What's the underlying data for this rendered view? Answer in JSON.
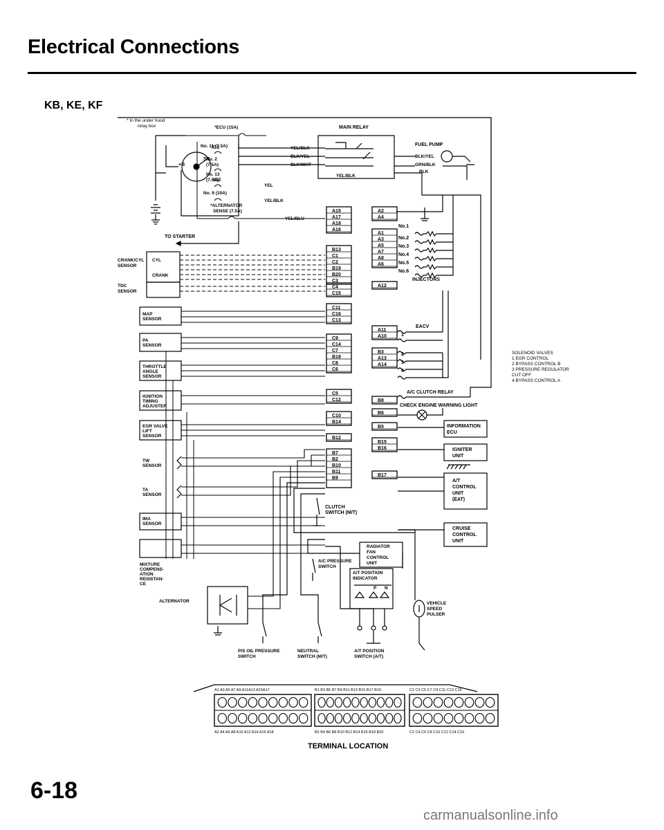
{
  "page": {
    "title": "Electrical Connections",
    "subtitle": "KB, KE, KF",
    "page_number": "6-18",
    "watermark": "carmanualsonline.info"
  },
  "notes": {
    "under_hood_1": "* In the under hood",
    "under_hood_2": "relay box"
  },
  "fuses": {
    "ecu": "*ECU (15A)",
    "no11": "No. 11 (7.5A)",
    "no2a": "No. 2",
    "no2b": "(7.5A)",
    "no13a": "No. 13",
    "no13b": "(7.5A)",
    "no9": "No. 9 (10A)",
    "alt1": "*ALTERNATOR",
    "alt2": "SENSE (7.5A)"
  },
  "switch": {
    "b": "+B",
    "ig1": "IG1",
    "st": "ST",
    "ig2": "IG2"
  },
  "wires": {
    "yel_blk": "YEL/BLK",
    "blk_yel": "BLK/YEL",
    "blk_wht": "BLK/WHT",
    "yel_blk2": "YEL/BLK",
    "yel": "YEL",
    "yel_blk3": "YEL/BLK",
    "yel_blu": "YEL/BLU",
    "blk_yel2": "BLK/YEL",
    "grn_blk": "GRN/BLK",
    "blk": "BLK"
  },
  "components": {
    "main_relay": "MAIN RELAY",
    "fuel_pump": "FUEL PUMP",
    "to_starter": "TO STARTER",
    "crank_cyl_1": "CRANK/CYL",
    "crank_cyl_2": "SENSOR",
    "cyl": "CYL",
    "crank": "CRANK",
    "tdc_1": "TDC",
    "tdc_2": "SENSOR",
    "map_1": "MAP",
    "map_2": "SENSOR",
    "pa_1": "PA",
    "pa_2": "SENSOR",
    "throttle_1": "THROTTLE",
    "throttle_2": "ANGLE",
    "throttle_3": "SENSOR",
    "ign_1": "IGNITION",
    "ign_2": "TIMING",
    "ign_3": "ADJUSTER",
    "egr_1": "EGR VALVE",
    "egr_2": "LIFT",
    "egr_3": "SENSOR",
    "tw_1": "TW",
    "tw_2": "SENSOR",
    "ta_1": "TA",
    "ta_2": "SENSOR",
    "ima_1": "IMA",
    "ima_2": "SENSOR",
    "mix_1": "MIXTURE",
    "mix_2": "COMPENS-",
    "mix_3": "ATION",
    "mix_4": "RESISTAN-",
    "mix_5": "CE",
    "alternator": "ALTERNATOR",
    "injectors": "INJECTORS",
    "no1": "No.1",
    "no2": "No.2",
    "no3": "No.3",
    "no4": "No.4",
    "no5": "No.5",
    "no6": "No.6",
    "eacv": "EACV",
    "ac_clutch": "A/C CLUTCH RELAY",
    "cel": "CHECK ENGINE WARNING LIGHT",
    "info_1": "INFORMATION",
    "info_2": "ECU",
    "igniter_1": "IGNITER",
    "igniter_2": "UNIT",
    "at_1": "A/T",
    "at_2": "CONTROL",
    "at_3": "UNIT",
    "at_4": "(EAT)",
    "cruise_1": "CRUISE",
    "cruise_2": "CONTROL",
    "cruise_3": "UNIT",
    "clutch_1": "CLUTCH",
    "clutch_2": "SWITCH (M/T)",
    "rad_1": "RADIATOR",
    "rad_2": "FAN",
    "rad_3": "CONTROL",
    "rad_4": "UNIT",
    "acp_1": "A/C PRESSURE",
    "acp_2": "SWITCH",
    "atpi_1": "A/T POSITION",
    "atpi_2": "INDICATOR",
    "atpi_p": "P",
    "atpi_n": "N",
    "vss_1": "VEHICLE",
    "vss_2": "SPEED",
    "vss_3": "PULSER",
    "ps_1": "P/S OIL PRESSURE",
    "ps_2": "SWITCH",
    "neu_1": "NEUTRAL",
    "neu_2": "SWITCH (M/T)",
    "atps_1": "A/T POSITION",
    "atps_2": "SWITCH (A/T)"
  },
  "solenoid_legend": [
    "SOLENOID VALVES",
    "1  EGR CONTROL",
    "2  BYPASS CONTROL B",
    "3  PRESSURE REGULATOR",
    "    CUT OFF",
    "4  BYPASS CONTROL A"
  ],
  "pins": {
    "col1": [
      "A15",
      "A17",
      "A18",
      "A16",
      "B13",
      "C1",
      "C2",
      "B19",
      "B20",
      "C3",
      "C4",
      "C15",
      "C11",
      "C16",
      "C13",
      "C9",
      "C14",
      "C7",
      "B18",
      "C8",
      "C6",
      "C5",
      "C12",
      "C10",
      "B14",
      "B12",
      "B7",
      "B2",
      "B10",
      "B11",
      "B9"
    ],
    "col2": [
      "A2",
      "A4",
      "A1",
      "A3",
      "A5",
      "A7",
      "A8",
      "A6",
      "A12",
      "A11",
      "A10",
      "B3",
      "A13",
      "A14",
      "B8",
      "B6",
      "B5",
      "B15",
      "B16",
      "B17"
    ]
  },
  "terminal": {
    "title": "TERMINAL LOCATION",
    "top_labels": [
      "A1  A3  A5  A7  A9  A11A13  A15A17",
      "B1  B3   B5   B7   B9   B11 B13 B15 B17 B19",
      "C1   C3  C5   C7   C9  C11  C13  C15"
    ],
    "bottom_labels": [
      "A2  A4   A6  A8  A10  A12 A14 A16 A18",
      "B2   B4   B6   B8   B10  B12 B14 B16 B18 B20",
      "C2   C4  C6   C8  C10  C12  C14  C16"
    ],
    "row_counts": [
      [
        9,
        9
      ],
      [
        10,
        10
      ],
      [
        8,
        8
      ]
    ]
  }
}
